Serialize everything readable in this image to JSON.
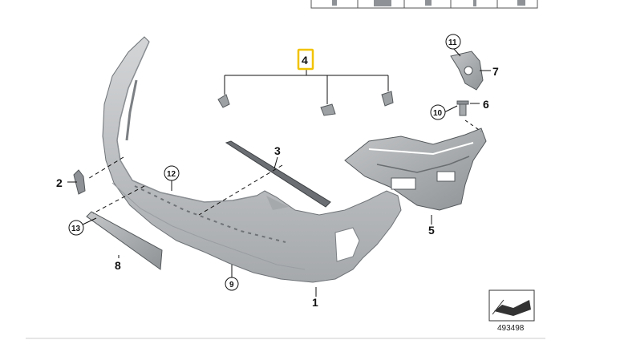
{
  "diagram": {
    "callouts": {
      "part_1": "1",
      "part_2": "2",
      "part_3": "3",
      "part_4": "4",
      "part_5": "5",
      "part_6": "6",
      "part_7": "7",
      "part_8": "8",
      "part_9": "9",
      "part_10": "10",
      "part_11": "11",
      "part_12": "12",
      "part_13": "13"
    },
    "highlighted_callout": "4",
    "highlight_color": "#f2c200",
    "reference_number": "493498",
    "colors": {
      "part_fill": "#b9bcbe",
      "part_shade": "#8e9296",
      "part_light": "#d6d8da",
      "line": "#111111"
    }
  }
}
